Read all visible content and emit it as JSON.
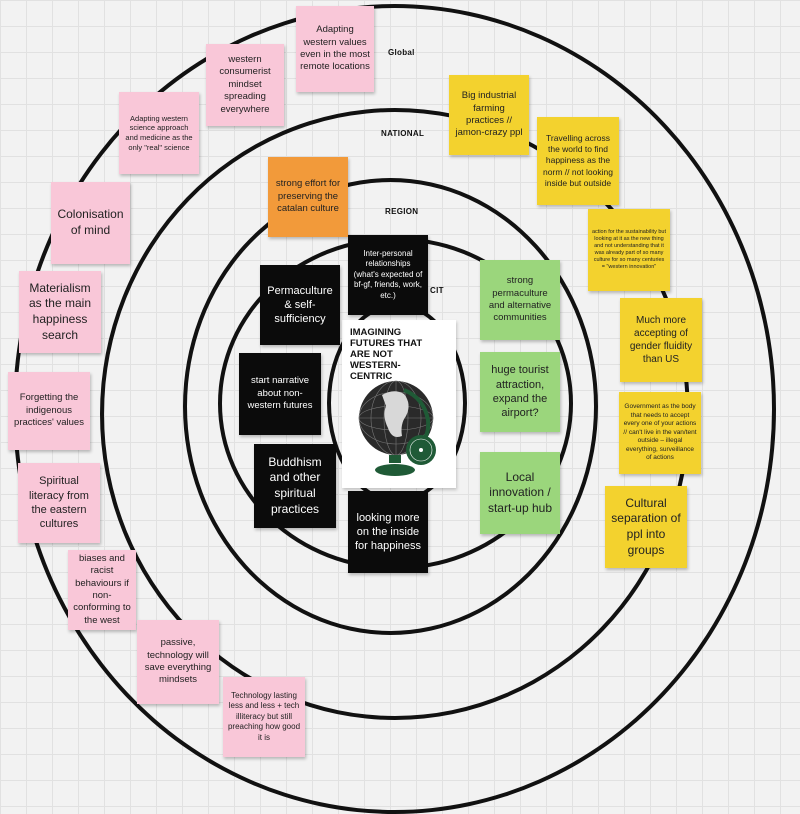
{
  "rings": {
    "global": "Global",
    "national": "NATIONAL",
    "region": "REGION",
    "city": "CIT"
  },
  "center": {
    "title": "IMAGINING FUTURES THAT ARE NOT WESTERN-CENTRIC",
    "image": "globe-illustration"
  },
  "notes": {
    "adapting_western_values": "Adapting western values even in the most remote locations",
    "western_consumerist": "western consumerist mindset spreading everywhere",
    "adapting_science": "Adapting western science approach and medicine as the only \"real\" science",
    "colonisation_mind": "Colonisation of mind",
    "materialism": "Materialism as the main happiness search",
    "forgetting_indigenous": "Forgetting the indigenous practices' values",
    "spiritual_literacy": "Spiritual literacy from the eastern cultures",
    "biases_racist": "biases and racist behaviours if non-conforming to the west",
    "passive_technology": "passive, technology will save everything mindsets",
    "technology_lasting": "Technology lasting less and less + tech illiteracy but still preaching how good it is",
    "big_industrial": "Big industrial farming practices // jamon-crazy ppl",
    "travelling": "Travelling across the world to find happiness as the norm // not looking inside but outside",
    "action_sustainability": "action for the sustainability but looking at it as the new thing and not understanding that it was already part of so many culture for so many centuries = \"western innovation\"",
    "gender_fluidity": "Much more accepting of gender fluidity than US",
    "government_body": "Government as the body that needs to accept every one of your actions // can't live in the van/tent outside – illegal everything, surveillance of actions",
    "cultural_separation": "Cultural separation of ppl into groups",
    "catalan_culture": "strong effort for preserving the catalan culture",
    "strong_permaculture": "strong permaculture and alternative communities",
    "tourist_attraction": "huge tourist attraction, expand the airport?",
    "local_innovation": "Local innovation / start-up hub",
    "permaculture_self": "Permaculture & self-sufficiency",
    "interpersonal": "Inter-personal relationships (what's expected of bf-gf, friends, work, etc.)",
    "start_narrative": "start narrative about non-western futures",
    "buddhism": "Buddhism and other spiritual practices",
    "looking_inside": "looking more on the inside for happiness"
  }
}
